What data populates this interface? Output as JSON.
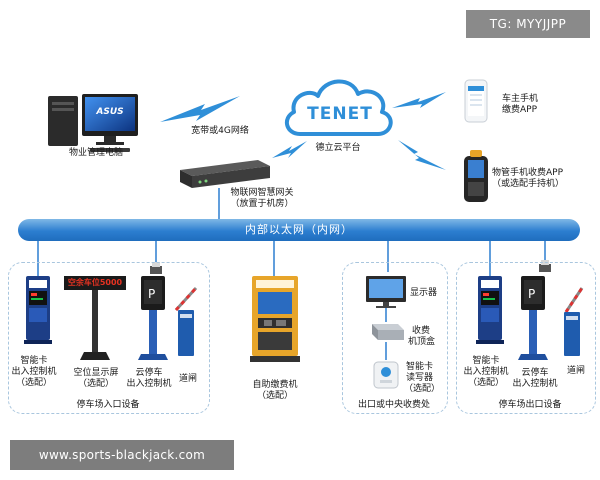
{
  "watermark_top": "TG: MYYJJPP",
  "watermark_bottom": "www.sports-blackjack.com",
  "cloud": {
    "logo": "TENET",
    "label": "德立云平台"
  },
  "pc_label": "物业管理电脑",
  "pc_brand": "ASUS",
  "link_label": "宽带或4G网络",
  "gateway": {
    "line1": "物联网智慧网关",
    "line2": "（放置于机房）"
  },
  "phone1": {
    "line1": "车主手机",
    "line2": "缴费APP"
  },
  "phone2": {
    "line1": "物管手机收费APP",
    "line2": "（或选配手持机）"
  },
  "network_label": "内部以太网（内网）",
  "entry": {
    "card_line1": "智能卡",
    "card_line2": "出入控制机",
    "card_line3": "（选配）",
    "display_text": "空余车位5000",
    "display_line1": "空位显示屏",
    "display_line2": "（选配）",
    "cloud_line1": "云停车",
    "cloud_line2": "出入控制机",
    "gate_label": "道闸",
    "zone_label": "停车场入口设备"
  },
  "kiosk": {
    "line1": "自助缴费机",
    "line2": "（选配）"
  },
  "center": {
    "monitor_label": "显示器",
    "box_line1": "收费",
    "box_line2": "机顶盒",
    "reader_line1": "智能卡",
    "reader_line2": "读写器",
    "reader_line3": "（选配）",
    "zone_label": "出口或中央收费处"
  },
  "exit": {
    "card_line1": "智能卡",
    "card_line2": "出入控制机",
    "card_line3": "（选配）",
    "cloud_line1": "云停车",
    "cloud_line2": "出入控制机",
    "gate_label": "道闸",
    "zone_label": "停车场出口设备"
  },
  "colors": {
    "network": "#2c7ed0",
    "bolt": "#2f8fd8",
    "zone": "#a9c6de",
    "display_led": "#e53222"
  }
}
